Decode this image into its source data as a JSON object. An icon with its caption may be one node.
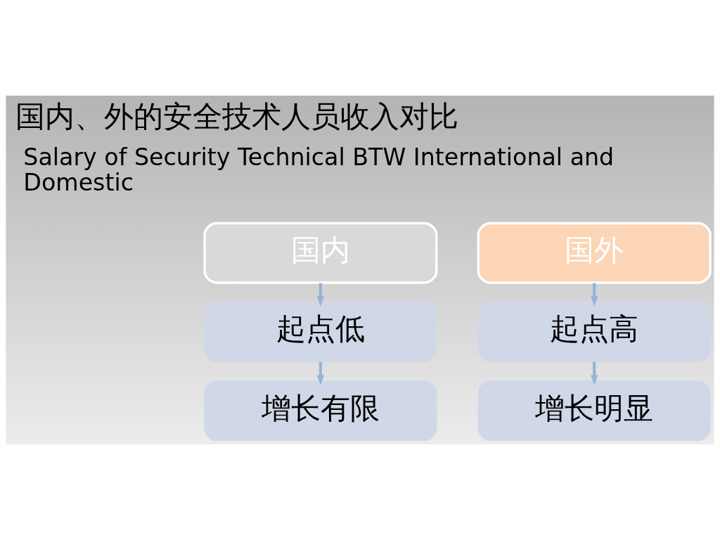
{
  "diagram": {
    "title": "国内、外的安全技术人员收入对比",
    "nodes": [
      {
        "text": [
          "国内"
        ]
      },
      {
        "text": [
          "国外"
        ]
      },
      {
        "text": [
          "起点低"
        ]
      },
      {
        "text": [
          "起点高"
        ]
      },
      {
        "text": [
          "增长有限"
        ]
      },
      {
        "text": [
          "增长明显"
        ]
      }
    ],
    "edges": [
      {
        "from": 0,
        "to": 2,
        "arrow": "to"
      },
      {
        "from": 2,
        "to": 4,
        "arrow": "to"
      },
      {
        "from": 1,
        "to": 3,
        "arrow": "to"
      },
      {
        "from": 3,
        "to": 5,
        "arrow": "to"
      }
    ],
    "labels": [
      "Salary of Security Technical BTW International and Domestic"
    ]
  }
}
